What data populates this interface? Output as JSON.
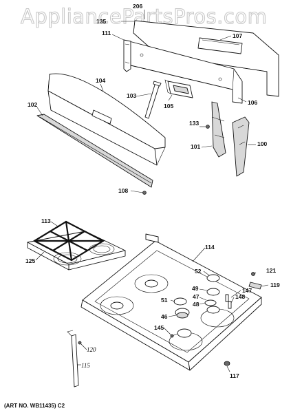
{
  "watermark": {
    "text": "AppliancePartsPros.com"
  },
  "caption": {
    "text": "(ART NO. WB11435) C2"
  },
  "callouts": {
    "c206": "206",
    "c135": "135",
    "c111": "111",
    "c107": "107",
    "c104": "104",
    "c103": "103",
    "c105": "105",
    "c106": "106",
    "c102": "102",
    "c133": "133",
    "c101": "101",
    "c100": "100",
    "c108": "108",
    "c113": "113",
    "c114": "114",
    "c125": "125",
    "c52": "52",
    "c121": "121",
    "c49": "49",
    "c147": "147",
    "c119": "119",
    "c51": "51",
    "c47": "47",
    "c148": "148",
    "c48": "48",
    "c46": "46",
    "c145": "145",
    "c120": "120",
    "c115": "115",
    "c117": "117"
  },
  "colors": {
    "line": "#111111",
    "watermark": "#c8c8c8",
    "shade": "#d8d8d8"
  }
}
